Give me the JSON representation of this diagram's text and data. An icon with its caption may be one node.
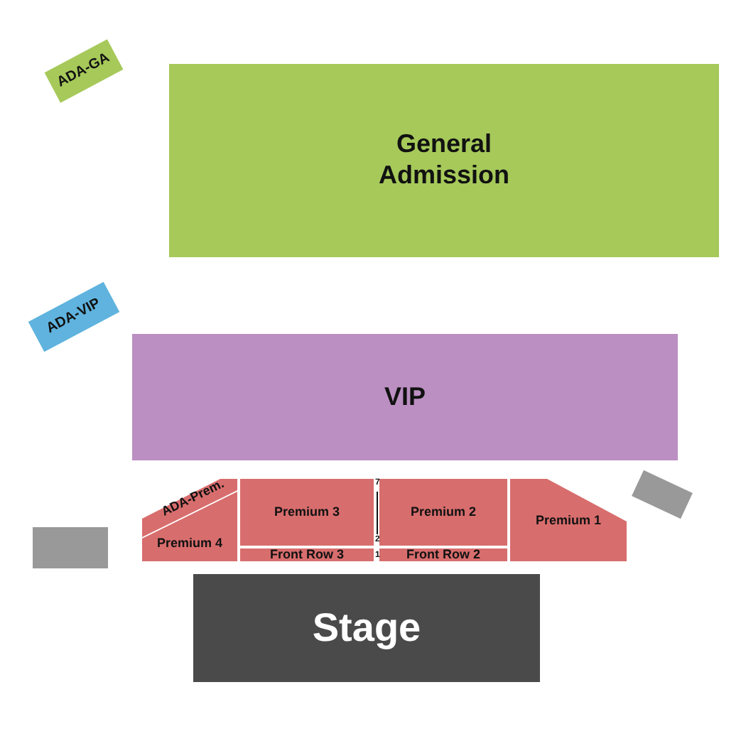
{
  "diagram": {
    "nodes": [
      {
        "text": [
          "ADA-GA"
        ]
      },
      {
        "text": [
          "General Admission"
        ]
      },
      {
        "text": [
          "ADA-VIP"
        ]
      },
      {
        "text": [
          "VIP"
        ]
      },
      {
        "text": [],
        "shape": "box"
      },
      {
        "text": [
          "ADA-Prem."
        ]
      },
      {
        "text": [
          "Premium 3"
        ]
      },
      {
        "text": [
          "Premium 2"
        ]
      },
      {
        "text": [
          "Premium 1"
        ]
      },
      {
        "text": [],
        "shape": "box"
      },
      {
        "text": [
          "Premium 4"
        ]
      },
      {
        "text": [
          "Front Row 3"
        ]
      },
      {
        "text": [
          "Front Row 2"
        ]
      },
      {
        "text": [
          "Stage"
        ]
      }
    ],
    "labels": [
      "7",
      "2",
      "1"
    ]
  }
}
